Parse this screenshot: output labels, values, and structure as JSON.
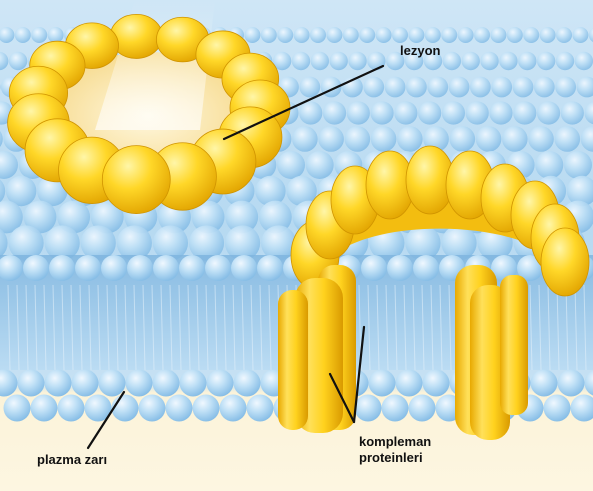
{
  "labels": {
    "lesion": "lezyon",
    "plasma_membrane": "plazma zarı",
    "complement_line1": "kompleman",
    "complement_line2": "proteinleri"
  },
  "colors": {
    "background_top": "#bcdcf2",
    "background_bottom": "#fbf3d9",
    "lipid_head": "#a9d3f1",
    "lipid_tail": "#8fbbe0",
    "protein_light": "#ffe569",
    "protein_mid": "#f9c714",
    "protein_dark": "#dfa000",
    "leader_line": "#111111",
    "label_text": "#111111"
  }
}
